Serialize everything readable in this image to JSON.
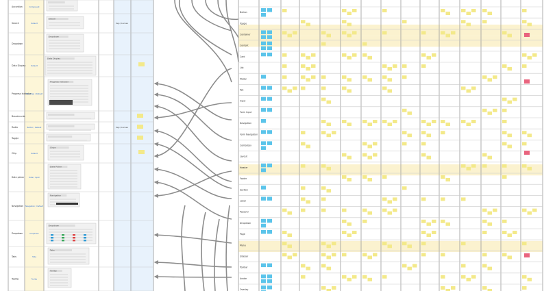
{
  "left_rows": [
    {
      "label": "Accordion",
      "link": "Component",
      "note": ""
    },
    {
      "label": "Search",
      "link": "Default",
      "note": "Page / Overview"
    },
    {
      "label": "Dropdown",
      "link": "",
      "note": ""
    },
    {
      "label": "Data Display",
      "link": "Default",
      "note": ""
    },
    {
      "label": "Progress Indicator",
      "link": "Tree View / Default",
      "note": ""
    },
    {
      "label": "Breadcrumb",
      "link": "",
      "note": ""
    },
    {
      "label": "Radio",
      "link": "Button / Default",
      "note": "Page / Overview"
    },
    {
      "label": "Toggle",
      "link": "",
      "note": ""
    },
    {
      "label": "Chip",
      "link": "Default",
      "note": ""
    },
    {
      "label": "Date picker",
      "link": "Date / Input",
      "note": ""
    },
    {
      "label": "Navigation",
      "link": "Navigation / Default",
      "note": ""
    },
    {
      "label": "Dropdown",
      "link": "Dropdown",
      "note": ""
    },
    {
      "label": "Tabs",
      "link": "Tabs",
      "note": ""
    },
    {
      "label": "Tooltip",
      "link": "Tooltip",
      "note": ""
    }
  ],
  "card_titles": [
    "Search",
    "Dropdown",
    "Data Display",
    "Progress Indicator",
    "Chips",
    "Date Picker",
    "Navigation",
    "Dropdown",
    "Tabs",
    "Tooltip"
  ],
  "right_rows": [
    "Button",
    "Toggle",
    "Container",
    "Content",
    "Card",
    "List",
    "Modal",
    "Tab",
    "Input",
    "Form Input",
    "Navigation",
    "Form Navigation",
    "Combobox",
    "Layout",
    "Header",
    "Footer",
    "Section",
    "Label",
    "Popover",
    "Dropdown",
    "Page",
    "Menu",
    "Sidebar",
    "Toolbar",
    "Avatar",
    "Overlay"
  ],
  "colors": {
    "blue_sticky": "#5bc4ea",
    "yellow_sticky": "#f3e98a",
    "pink_sticky": "#e9647e",
    "yellow_row": "#fbf2cf",
    "blue_column": "#e8f2fc",
    "connector": "#8d8d8d"
  }
}
